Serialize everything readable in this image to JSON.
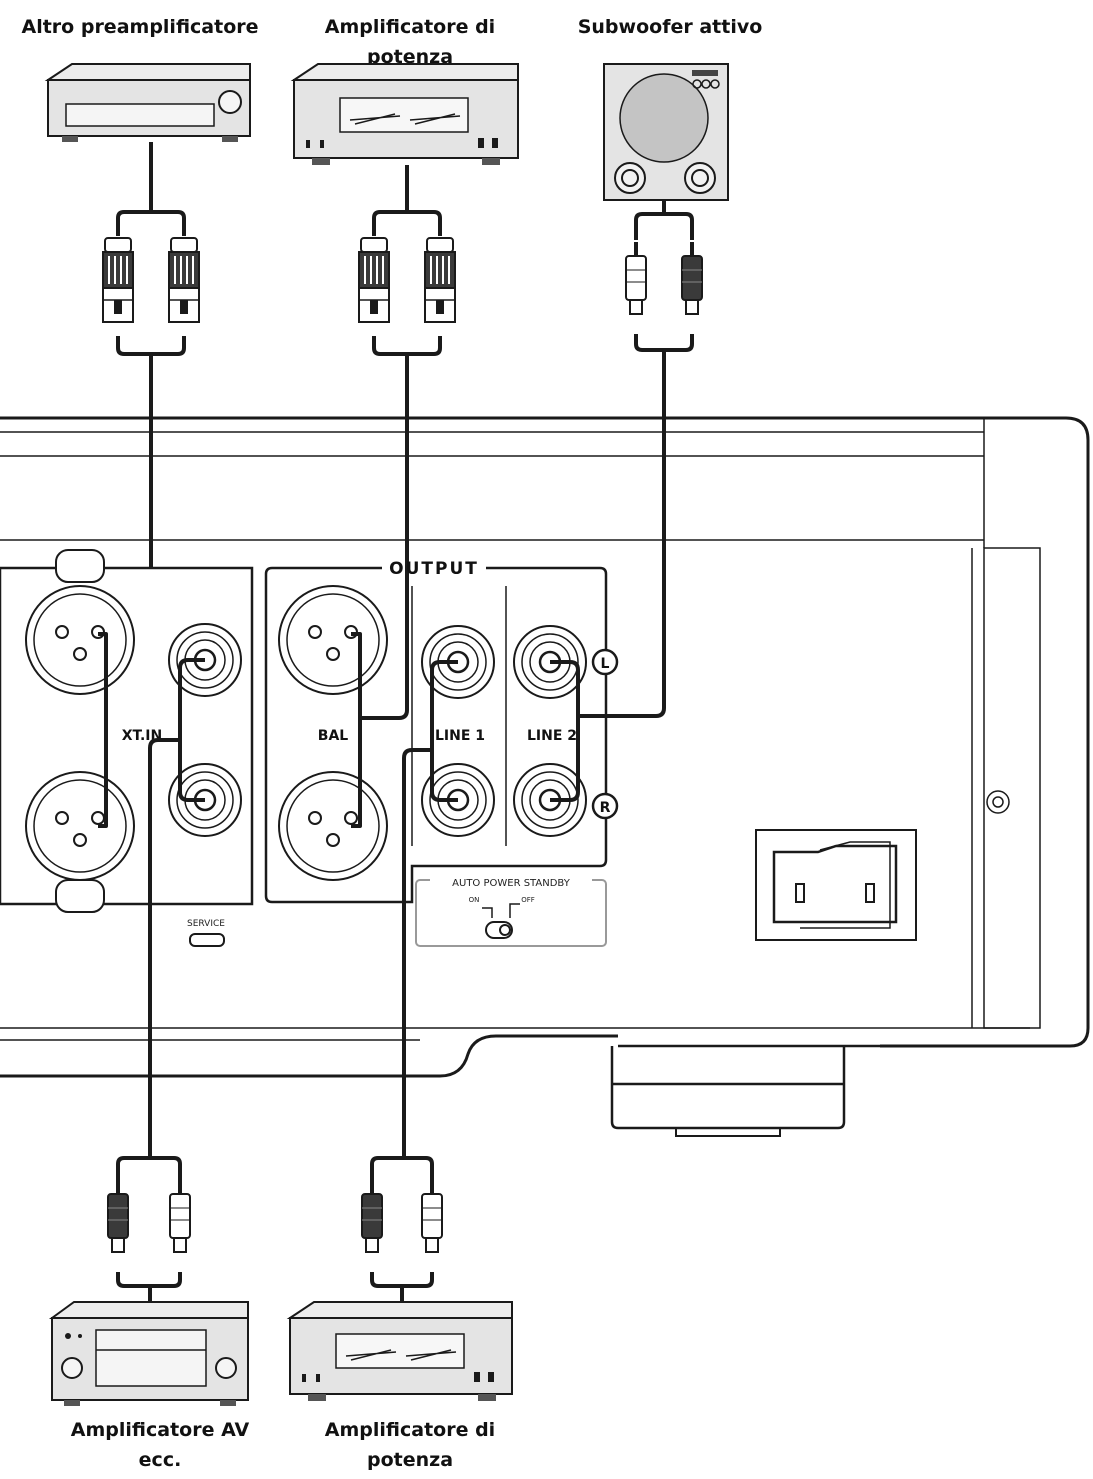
{
  "devices": {
    "top_preamp": "Altro preamplificatore",
    "top_power_amp": "Amplificatore di potenza",
    "top_subwoofer": "Subwoofer attivo",
    "bottom_av_amp_line1": "Amplificatore AV",
    "bottom_av_amp_line2": "ecc.",
    "bottom_power_amp_line1": "Amplificatore di",
    "bottom_power_amp_line2": "potenza"
  },
  "panel": {
    "output_title": "OUTPUT",
    "ext_in": "XT.IN",
    "bal": "BAL",
    "line1": "LINE 1",
    "line2": "LINE 2",
    "channel_left": "L",
    "channel_right": "R",
    "service": "SERVICE",
    "auto_standby_title": "AUTO POWER STANDBY",
    "auto_standby_on": "ON",
    "auto_standby_off": "OFF"
  },
  "colors": {
    "line": "#1a1a1a",
    "panel_fill": "#ffffff",
    "device_fill": "#e4e4e4",
    "device_dark": "#9a9a9a",
    "plug_dark": "#3a3a3a"
  }
}
